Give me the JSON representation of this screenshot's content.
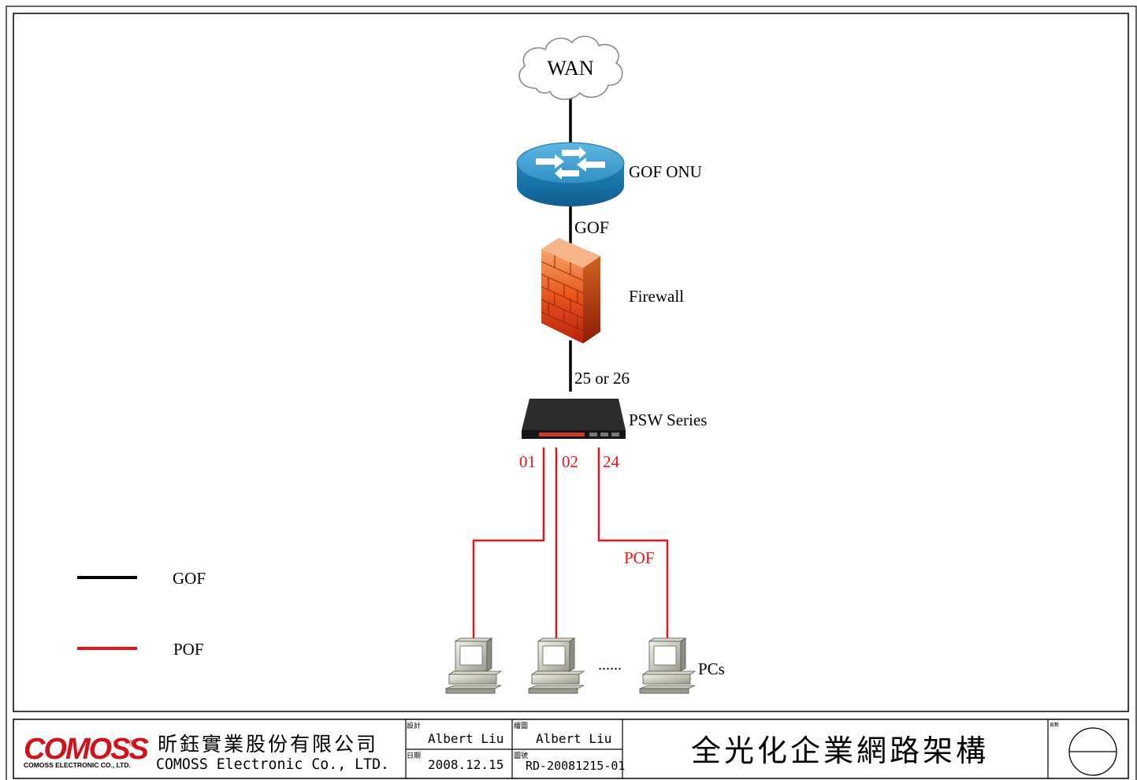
{
  "diagram": {
    "wan_label": "WAN",
    "router_label": "GOF ONU",
    "link_router_firewall": "GOF",
    "firewall_label": "Firewall",
    "link_firewall_switch": "25 or 26",
    "switch_label": "PSW  Series",
    "ports": [
      "01",
      "02",
      "24"
    ],
    "pof_link_label": "POF",
    "pcs_label": "PCs",
    "ellipsis": "......"
  },
  "legend": {
    "items": [
      {
        "label": "GOF",
        "color": "#000000"
      },
      {
        "label": "POF",
        "color": "#e8141e"
      }
    ]
  },
  "title_block": {
    "logo_text": "COMOSS",
    "logo_registered": "®",
    "logo_subtext": "COMOSS ELECTRONIC CO., LTD.",
    "company_name_zh": "昕鈺實業股份有限公司",
    "company_name_en": "COMOSS Electronic Co., LTD.",
    "design_label": "設計",
    "design_value": "Albert Liu",
    "draw_label": "繪圖",
    "draw_value": "Albert Liu",
    "date_label": "日期",
    "date_value": "2008.12.15",
    "drawing_no_label": "圖號",
    "drawing_no_value": "RD-20081215-01",
    "drawing_title": "全光化企業網路架構",
    "sheet_label": "頁數"
  },
  "colors": {
    "gof": "#000000",
    "pof": "#e8141e",
    "logo": "#d0121a"
  }
}
